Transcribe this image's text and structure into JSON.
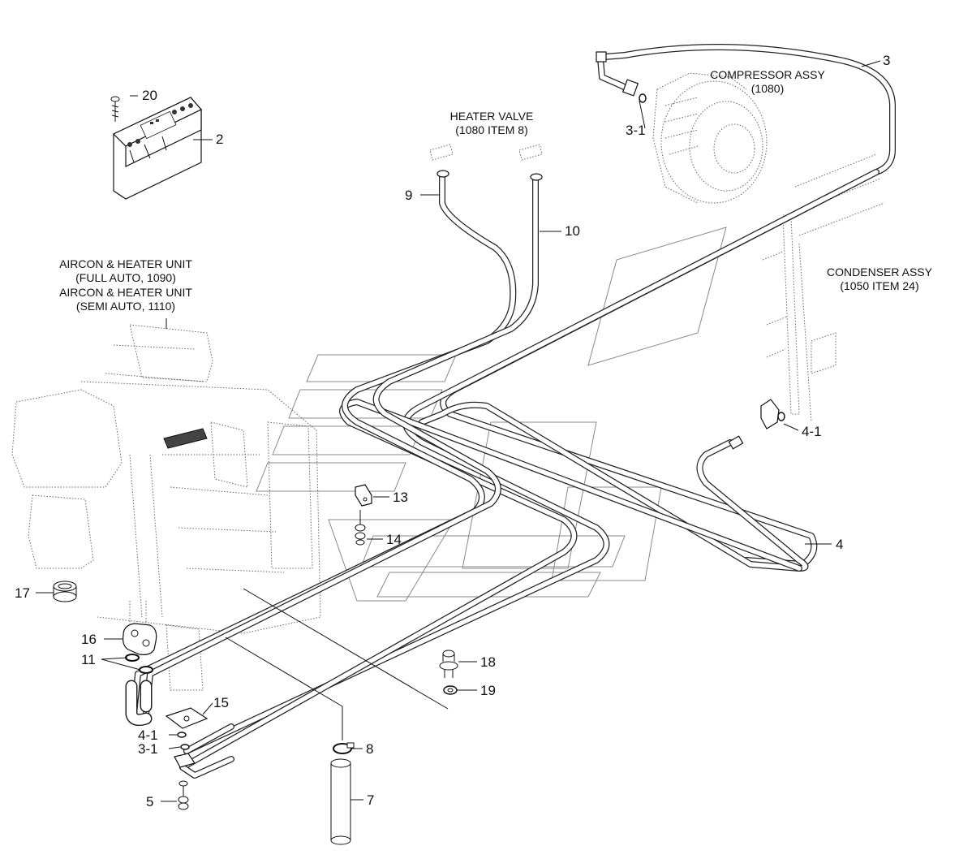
{
  "captions": {
    "heater_valve": [
      "HEATER VALVE",
      "(1080 ITEM 8)"
    ],
    "compressor": [
      "COMPRESSOR ASSY",
      "(1080)"
    ],
    "condenser": [
      "CONDENSER ASSY",
      "(1050 ITEM 24)"
    ],
    "aircon_full": [
      "AIRCON & HEATER UNIT",
      "(FULL AUTO, 1090)"
    ],
    "aircon_semi": [
      "AIRCON & HEATER UNIT",
      "(SEMI AUTO, 1110)"
    ]
  },
  "callouts": {
    "c20": "20",
    "c2": "2",
    "c9": "9",
    "c10": "10",
    "c3": "3",
    "c3_1_top": "3-1",
    "c4_1_right": "4-1",
    "c4": "4",
    "c13": "13",
    "c14": "14",
    "c17": "17",
    "c16": "16",
    "c11": "11",
    "c18": "18",
    "c19": "19",
    "c15": "15",
    "c4_1_bottom": "4-1",
    "c3_1_bottom": "3-1",
    "c8": "8",
    "c5": "5",
    "c7": "7"
  }
}
